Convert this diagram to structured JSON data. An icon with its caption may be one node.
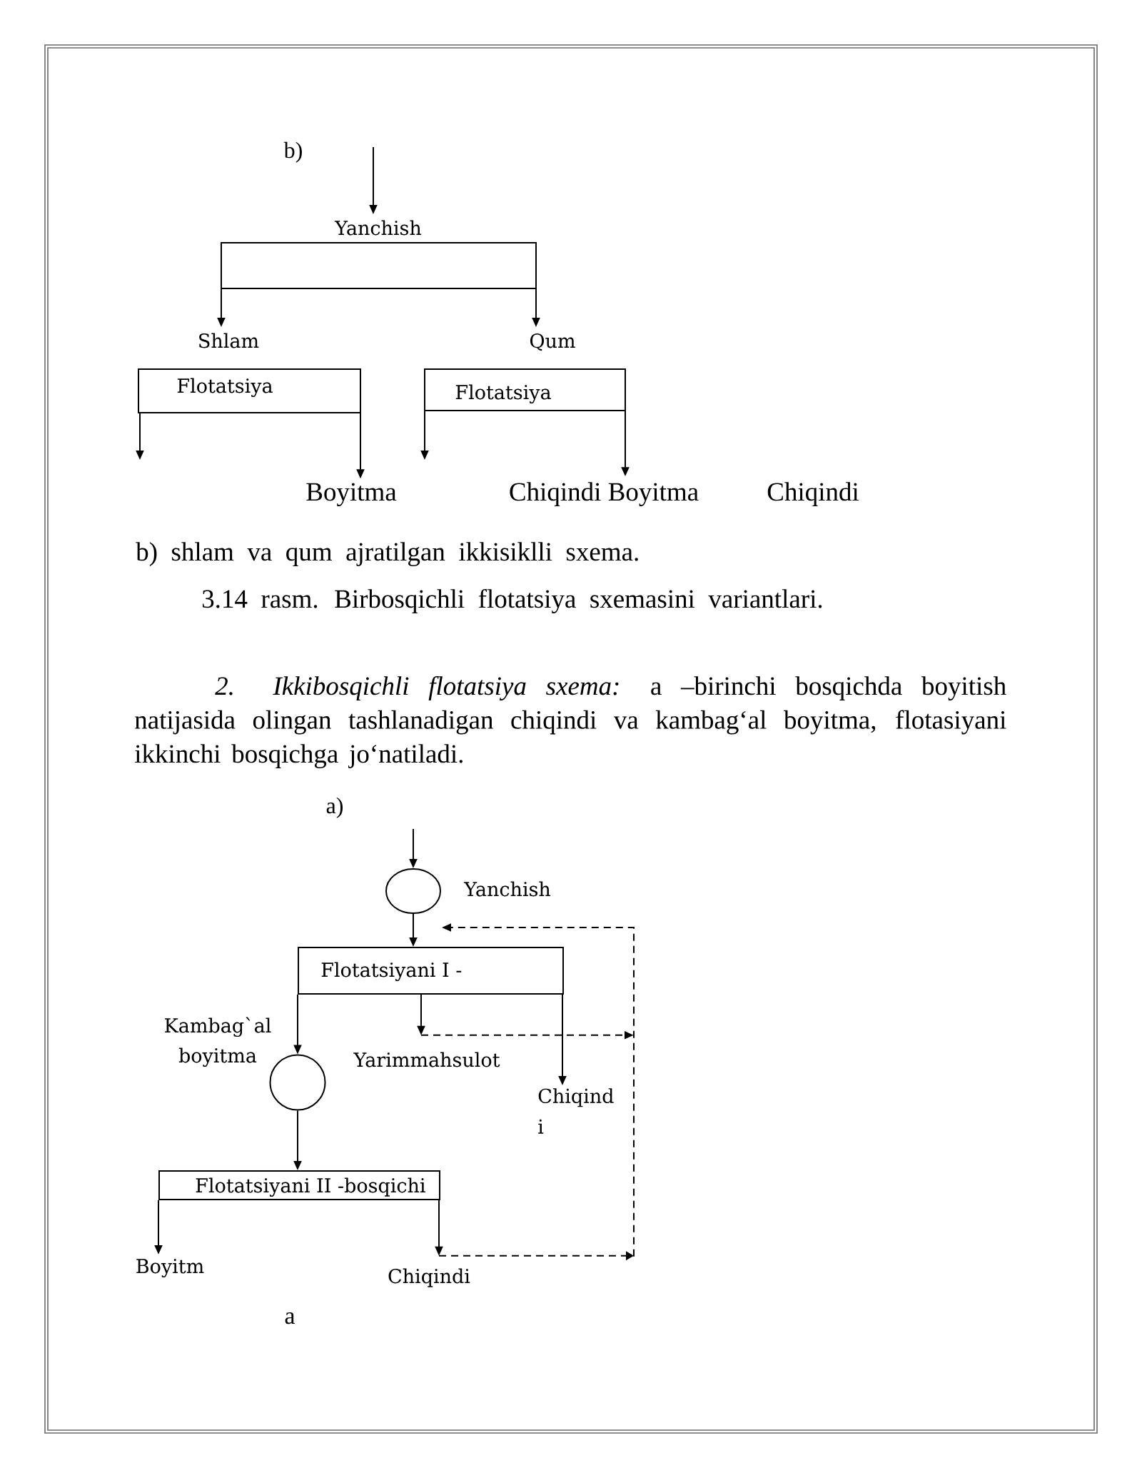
{
  "diagram": {
    "caption": "3.14 rasm. Birbosqichli flotatsiya sxemasini variantlari.",
    "nodes": [
      {
        "text": [
          "Yanchish"
        ]
      },
      {
        "text": [
          "Shlam",
          "Flotatsiya"
        ]
      },
      {
        "text": [
          "Qum",
          "Flotatsiya"
        ]
      },
      {
        "text": [
          "Boyitma"
        ]
      },
      {
        "text": [
          "Chiqindi Boyitma"
        ]
      },
      {
        "text": [],
        "shape": "circle",
        "beside": [
          "Yanchish"
        ]
      },
      {
        "text": [
          "Flotatsiyani I -"
        ]
      },
      {
        "text": [],
        "shape": "circle"
      },
      {
        "text": [
          "Yarimmahsulot"
        ]
      },
      {
        "text": [
          "Chiqind i"
        ]
      },
      {
        "text": [
          "Flotatsiyani II -bosqichi"
        ]
      },
      {
        "text": [
          "Boyitm"
        ]
      },
      {
        "text": [
          "Chiqindi"
        ]
      }
    ],
    "edges": [
      {
        "from": null,
        "to": 0,
        "arrow": "to"
      },
      {
        "from": 0,
        "to": 1,
        "arrow": "to"
      },
      {
        "from": 0,
        "to": 2,
        "arrow": "to"
      },
      {
        "from": 1,
        "to": null,
        "arrow": "to"
      },
      {
        "from": 1,
        "to": 3,
        "arrow": "to"
      },
      {
        "from": 2,
        "to": null,
        "arrow": "to"
      },
      {
        "from": 2,
        "to": 4,
        "arrow": "to"
      },
      {
        "from": null,
        "to": 5,
        "arrow": "to"
      },
      {
        "from": 5,
        "to": 6,
        "arrow": "to"
      },
      {
        "from": 6,
        "to": 7,
        "arrow": "to",
        "label": "Kambag`al boyitma"
      },
      {
        "from": 6,
        "to": 8,
        "arrow": "to"
      },
      {
        "from": 6,
        "to": 9,
        "arrow": "to"
      },
      {
        "from": 7,
        "to": 10,
        "arrow": "to"
      },
      {
        "from": 10,
        "to": 11,
        "arrow": "to"
      },
      {
        "from": 10,
        "to": 12,
        "arrow": "to"
      },
      {
        "from": 8,
        "to": null,
        "arrow": "to",
        "style": "dashed"
      },
      {
        "from": 12,
        "to": 6,
        "arrow": "to",
        "style": "dashed"
      }
    ],
    "labels": [
      "b)",
      "Chiqindi",
      "b) shlam va qum ajratilgan ikkisiklli sxema.",
      "*2. Ikkibosqichli flotatsiya sxema:* a –birinchi bosqichda boyitish natijasida olingan tashlanadigan chiqindi va kambag‘al boyitma, flotasiyani ikkinchi bosqichga jo‘natiladi.",
      "a)",
      "a"
    ]
  }
}
